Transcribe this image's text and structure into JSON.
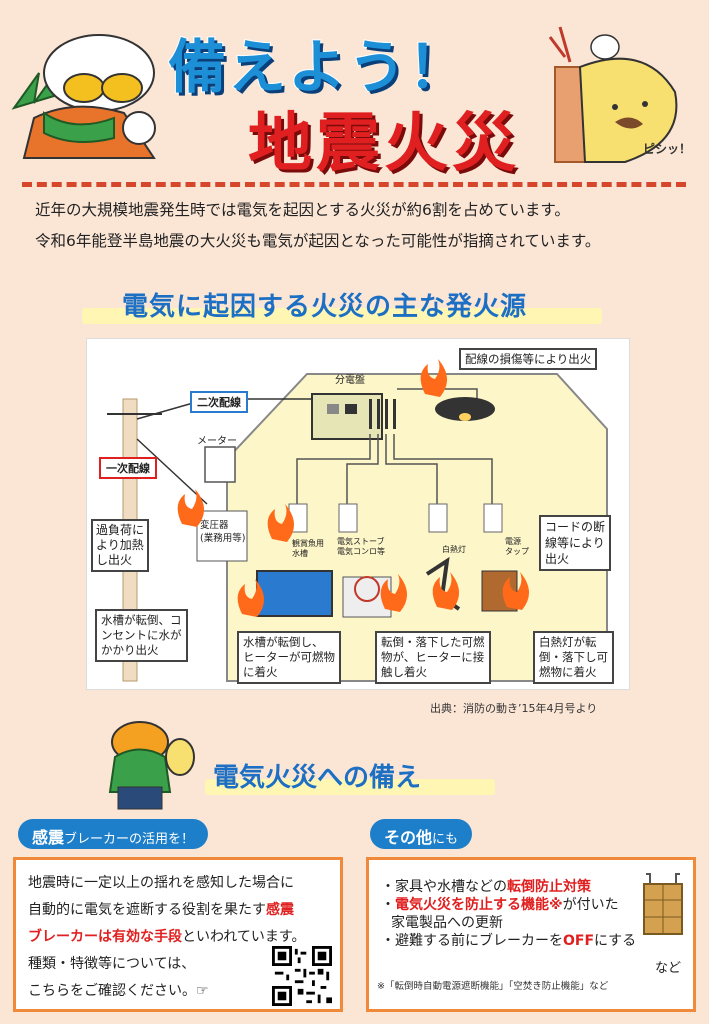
{
  "title": {
    "line1": "備えよう！",
    "line2": "地震火災"
  },
  "mascot_left": {
    "icon": "firefighter-mascot-icon"
  },
  "mascot_right": {
    "icon": "yellow-character-icon",
    "sound": "ピシッ！"
  },
  "intro": {
    "line1": "近年の大規模地震発生時では電気を起因とする火災が約6割を占めています。",
    "line2": "令和6年能登半島地震の大火災も電気が起因となった可能性が指摘されています。"
  },
  "section1": {
    "title": "電気に起因する火災の主な発火源"
  },
  "diagram": {
    "distribution_board": "分電盤",
    "wiring_damage": "配線の損傷等により出火",
    "secondary_wiring": "二次配線",
    "primary_wiring": "一次配線",
    "meter": "メーター",
    "transformer": "変圧器\n(業務用等)",
    "overload": "過負荷に\nより加熱\nし出火",
    "aquarium": "観賞魚用\n水槽",
    "stove": "電気ストーブ\n電気コンロ等",
    "incandescent": "白熱灯",
    "power_strip": "電源\nタップ",
    "cord_break": "コードの断\n線等により\n出火",
    "tank_fall": "水槽が転倒、コ\nンセントに水が\nかかり出火",
    "tank_heater": "水槽が転倒し、\nヒーターが可燃物\nに着火",
    "fall_heater": "転倒・落下した可燃\n物が、ヒーターに接\n触し着火",
    "lamp_fall": "白熱灯が転\n倒・落下し可\n燃物に着火"
  },
  "credit": "出典：消防の動き’15年4月号より",
  "section2": {
    "title": "電気火災への備え"
  },
  "panel1": {
    "tab_main": "感震",
    "tab_rest": "ブレーカーの活用を！",
    "l1": "地震時に一定以上の揺れを感知した場合に",
    "l2a": "自動的に電気を遮断する役割を果たす",
    "l2b": "感震",
    "l3a": "ブレーカーは有効な手段",
    "l3b": "といわれています。",
    "l4": "種類・特徴等については、",
    "l5": "こちらをご確認ください。☞"
  },
  "panel2": {
    "tab_main": "その他",
    "tab_rest": "にも",
    "b1a": "・家具や水槽などの",
    "b1b": "転倒防止対策",
    "b2a": "・",
    "b2b": "電気火災を防止する機能※",
    "b2c": "が付いた",
    "b2d": "家電製品への更新",
    "b3a": "・避難する前にブレーカーを",
    "b3b": "OFF",
    "b3c": "にする",
    "nado": "など",
    "note": "※「転倒時自動電源遮断機能」「空焚き防止機能」など"
  },
  "colors": {
    "title_blue": "#1d8fd6",
    "title_red": "#e02020",
    "accent_orange": "#f08a3a",
    "tab_blue": "#1d7fc9",
    "background": "#fbe6d6"
  }
}
